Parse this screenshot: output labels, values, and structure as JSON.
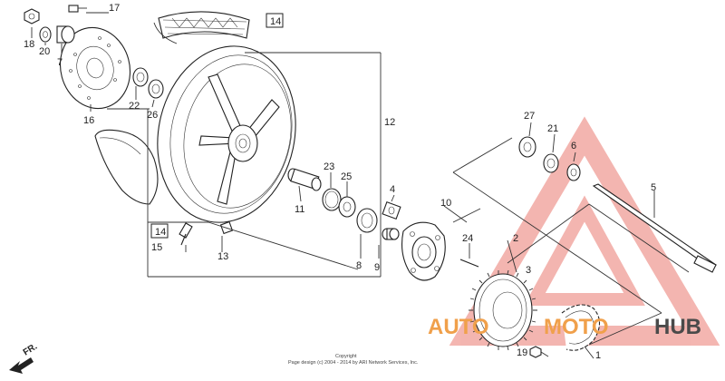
{
  "diagram": {
    "part_numbers": {
      "p1": "1",
      "p2": "2",
      "p3": "3",
      "p5": "5",
      "p6": "6",
      "p7": "7",
      "p8": "8",
      "p9": "9",
      "p10": "10",
      "p11": "11",
      "p12": "12",
      "p13": "13",
      "p14a": "14",
      "p14b": "14",
      "p15": "15",
      "p16": "16",
      "p17": "17",
      "p18": "18",
      "p19": "19",
      "p20": "20",
      "p21": "21",
      "p22": "22",
      "p23": "23",
      "p24": "24",
      "p25": "25",
      "p26": "26",
      "p27": "27",
      "p4": "4"
    },
    "direction_label": "FR.",
    "copyright_line1": "Copyright",
    "copyright_line2": "Page design (c) 2004 - 2014 by ARI Network Services, Inc."
  },
  "watermark": {
    "text_auto": "AUTO",
    "text_moto": "MOTO",
    "text_hub": "HUB",
    "color_red": "#e8423a",
    "color_orange": "#f0a04b",
    "color_gray": "#4a4a4a"
  }
}
